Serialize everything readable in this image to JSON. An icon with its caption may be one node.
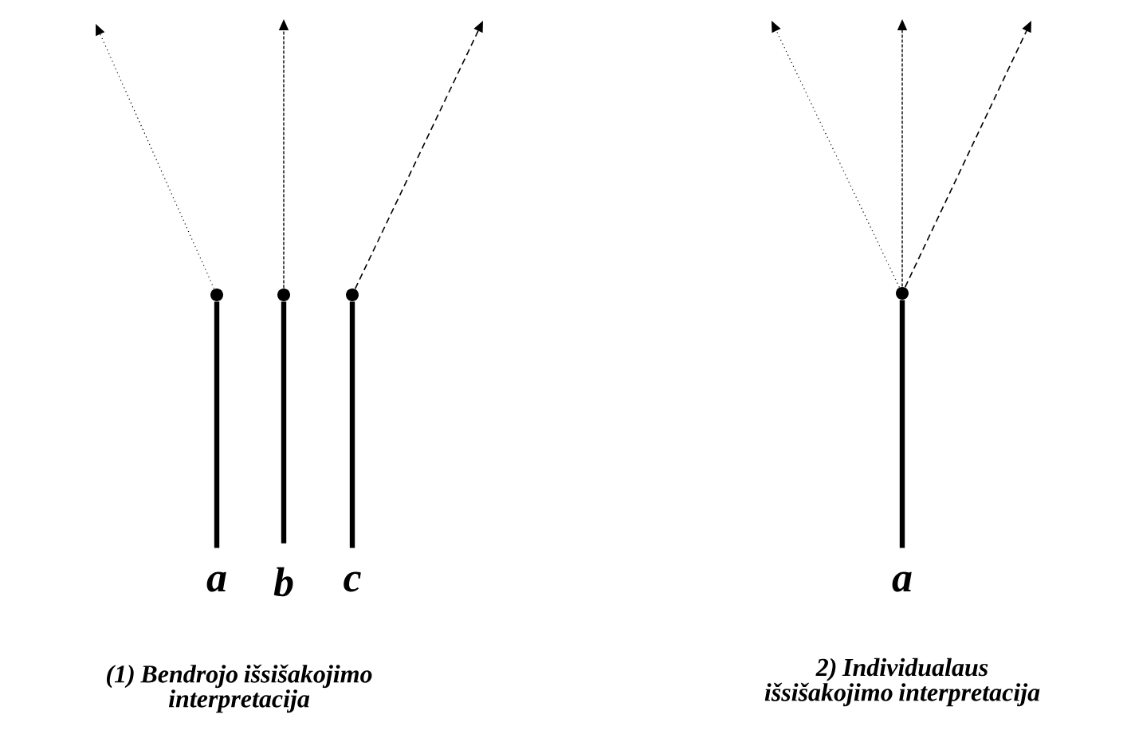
{
  "diagram": {
    "nodes": [
      {
        "text": [],
        "shape": "circle"
      },
      {
        "text": [],
        "shape": "circle"
      },
      {
        "text": [],
        "shape": "circle"
      },
      {
        "text": [],
        "shape": "circle"
      },
      {
        "text": [
          "a"
        ]
      },
      {
        "text": [
          "b"
        ]
      },
      {
        "text": [
          "c"
        ]
      },
      {
        "text": [
          "a"
        ]
      }
    ],
    "edges": [
      {
        "from": 0,
        "to": null,
        "arrow": "to",
        "style": "dashed"
      },
      {
        "from": 1,
        "to": null,
        "arrow": "to",
        "style": "dashed"
      },
      {
        "from": 2,
        "to": null,
        "arrow": "to",
        "style": "dashed"
      },
      {
        "from": 3,
        "to": null,
        "arrow": "to",
        "style": "dashed"
      },
      {
        "from": 3,
        "to": null,
        "arrow": "to",
        "style": "dashed"
      },
      {
        "from": 3,
        "to": null,
        "arrow": "to",
        "style": "dashed"
      },
      {
        "from": 4,
        "to": 0,
        "arrow": "none",
        "style": "thick"
      },
      {
        "from": 5,
        "to": 1,
        "arrow": "none",
        "style": "thick"
      },
      {
        "from": 6,
        "to": 2,
        "arrow": "none",
        "style": "thick"
      },
      {
        "from": 7,
        "to": 3,
        "arrow": "none",
        "style": "thick"
      }
    ],
    "labels": [
      "(1) Bendrojo išsišakojimo interpretacija",
      "2) Individualaus išsišakojimo interpretacija"
    ]
  }
}
